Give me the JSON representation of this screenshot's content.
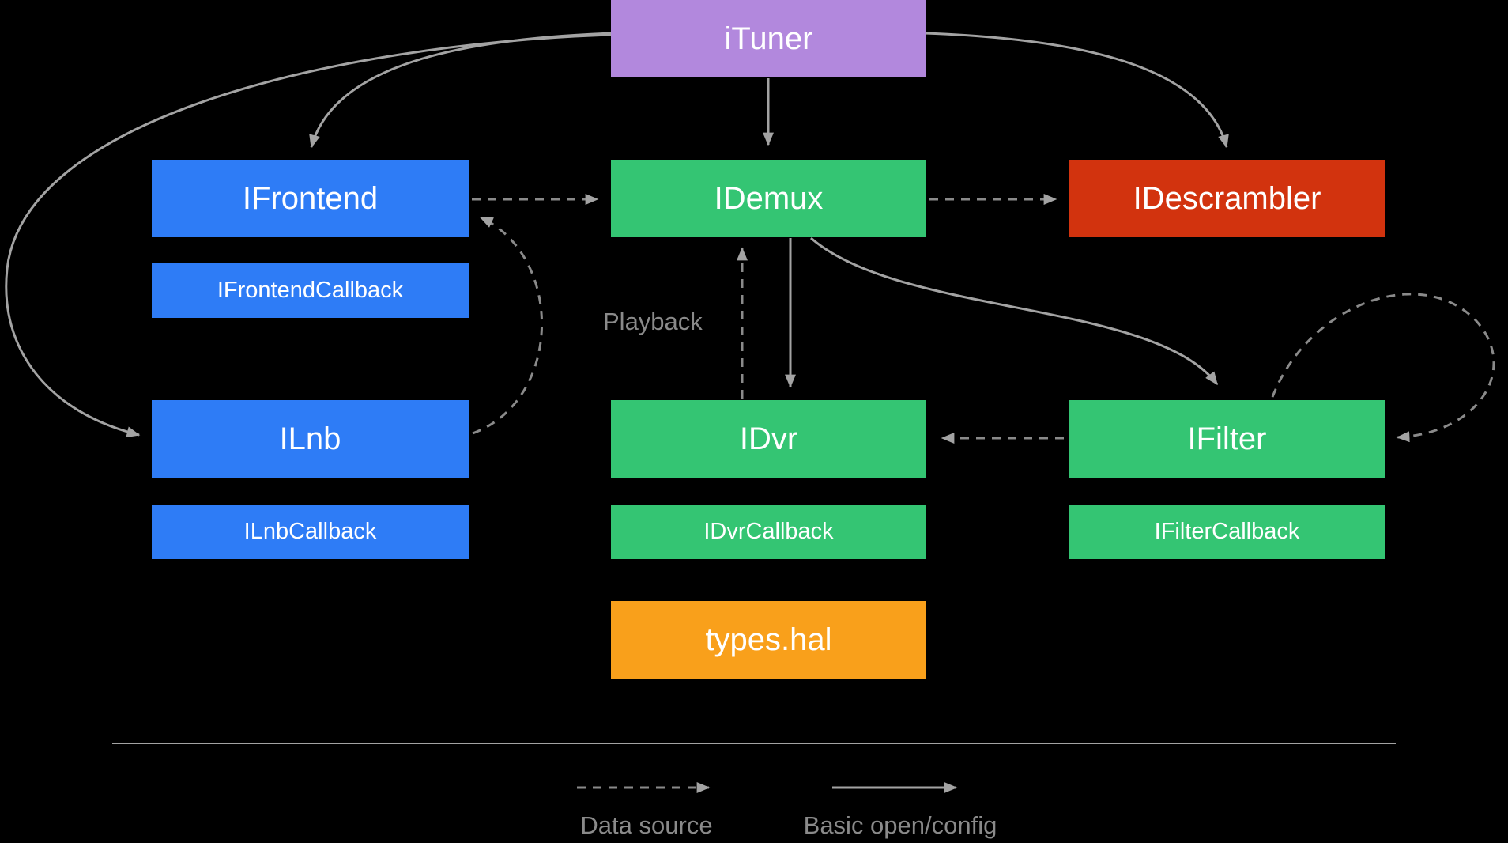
{
  "diagram": {
    "nodes": {
      "ituner": "iTuner",
      "ifrontend": "IFrontend",
      "ifrontend_callback": "IFrontendCallback",
      "idemux": "IDemux",
      "idescrambler": "IDescrambler",
      "ilnb": "ILnb",
      "ilnb_callback": "ILnbCallback",
      "idvr": "IDvr",
      "idvr_callback": "IDvrCallback",
      "ifilter": "IFilter",
      "ifilter_callback": "IFilterCallback",
      "types_hal": "types.hal"
    },
    "edge_label": "Playback",
    "legend": {
      "dashed_label": "Data source",
      "solid_label": "Basic open/config"
    }
  },
  "colors": {
    "background": "#000000",
    "purple": "#b288dd",
    "blue": "#2e7cf6",
    "green": "#34c573",
    "red": "#d2330e",
    "orange": "#f9a01b",
    "arrow-solid": "#a3a3a3",
    "arrow-dashed": "#8a8a8a",
    "label-gray": "#8a8a8a",
    "text-white": "#ffffff"
  }
}
